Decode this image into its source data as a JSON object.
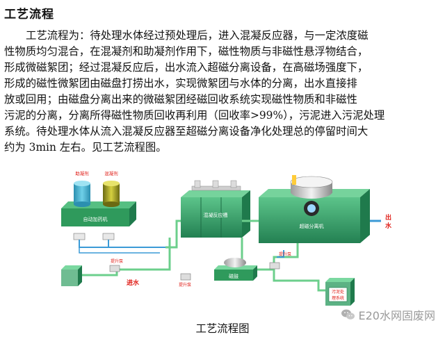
{
  "heading": "工艺流程",
  "paragraph_lines": [
    "工艺流程为：待处理水体经过预处理后，进入混凝反应器，与一定浓度磁",
    "性物质均匀混合，在混凝剂和助凝剂作用下，磁性物质与非磁性悬浮物结合，",
    "形成微磁絮团；经过混凝反应后，出水流入超磁分离设备，在高磁场强度下，",
    "形成的磁性微絮团由磁盘打捞出水，实现微絮团与水体的分离，出水直接排",
    "放或回用；由磁盘分离出来的微磁絮团经磁回收系统实现磁性物质和非磁性",
    "污泥的分离，分离所得磁性物质回收再利用（回收率>99%），污泥进入污泥处理",
    "系统。待处理水体从流入混凝反应器至超磁分离设备净化处理总的停留时间大",
    "约为 3min 左右。见工艺流程图。"
  ],
  "diagram": {
    "label_coagulant_aid": "助凝剂",
    "label_coagulant": "混凝剂",
    "label_auto_dosing": "自动加药机",
    "label_reactor": "混凝反应槽",
    "label_separator": "超磁分离机",
    "label_outlet": "出水",
    "label_inlet": "进水",
    "label_magnetic_drum": "磁鼓",
    "label_pump_1": "提升泵",
    "label_pump_2": "提升泵",
    "label_pump_3": "提升泵",
    "label_sludge_line1": "污泥处",
    "label_sludge_line2": "理系统"
  },
  "caption": "工艺流程图",
  "watermark": "E20水网固废网",
  "colors": {
    "tank_green": "#3fa56e",
    "tank_dark": "#1f7a4c",
    "pipe_blue": "#3a9ad6",
    "pipe_green": "#6ccf8c",
    "label_red": "#e0201a",
    "platform_green": "#2f9a5c"
  }
}
